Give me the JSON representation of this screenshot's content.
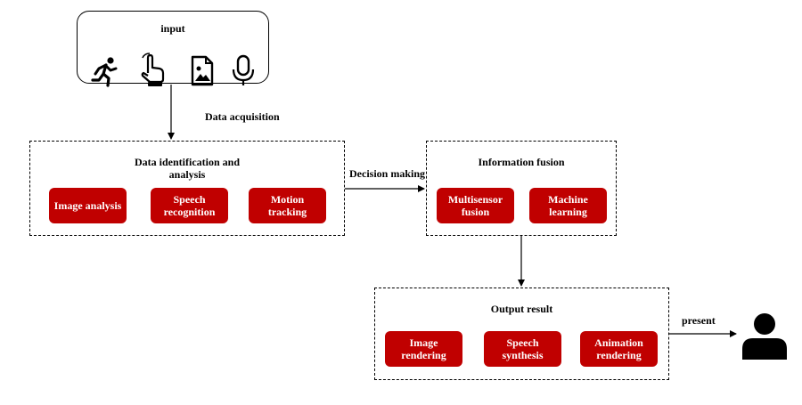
{
  "input": {
    "title": "input",
    "icons": [
      "running-person-icon",
      "touch-hand-icon",
      "image-file-icon",
      "microphone-icon"
    ]
  },
  "edges": {
    "data_acquisition": "Data acquisition",
    "decision_making": "Decision making",
    "present": "present"
  },
  "identification": {
    "title": "Data identification and analysis",
    "items": [
      "Image analysis",
      "Speech recognition",
      "Motion tracking"
    ]
  },
  "fusion": {
    "title": "Information fusion",
    "items": [
      "Multisensor fusion",
      "Machine learning"
    ]
  },
  "output": {
    "title": "Output result",
    "items": [
      "Image rendering",
      "Speech synthesis",
      "Animation rendering"
    ]
  },
  "colors": {
    "module_fill": "#c00000",
    "module_text": "#ffffff",
    "line": "#000000"
  },
  "user_icon": "person-silhouette-icon"
}
